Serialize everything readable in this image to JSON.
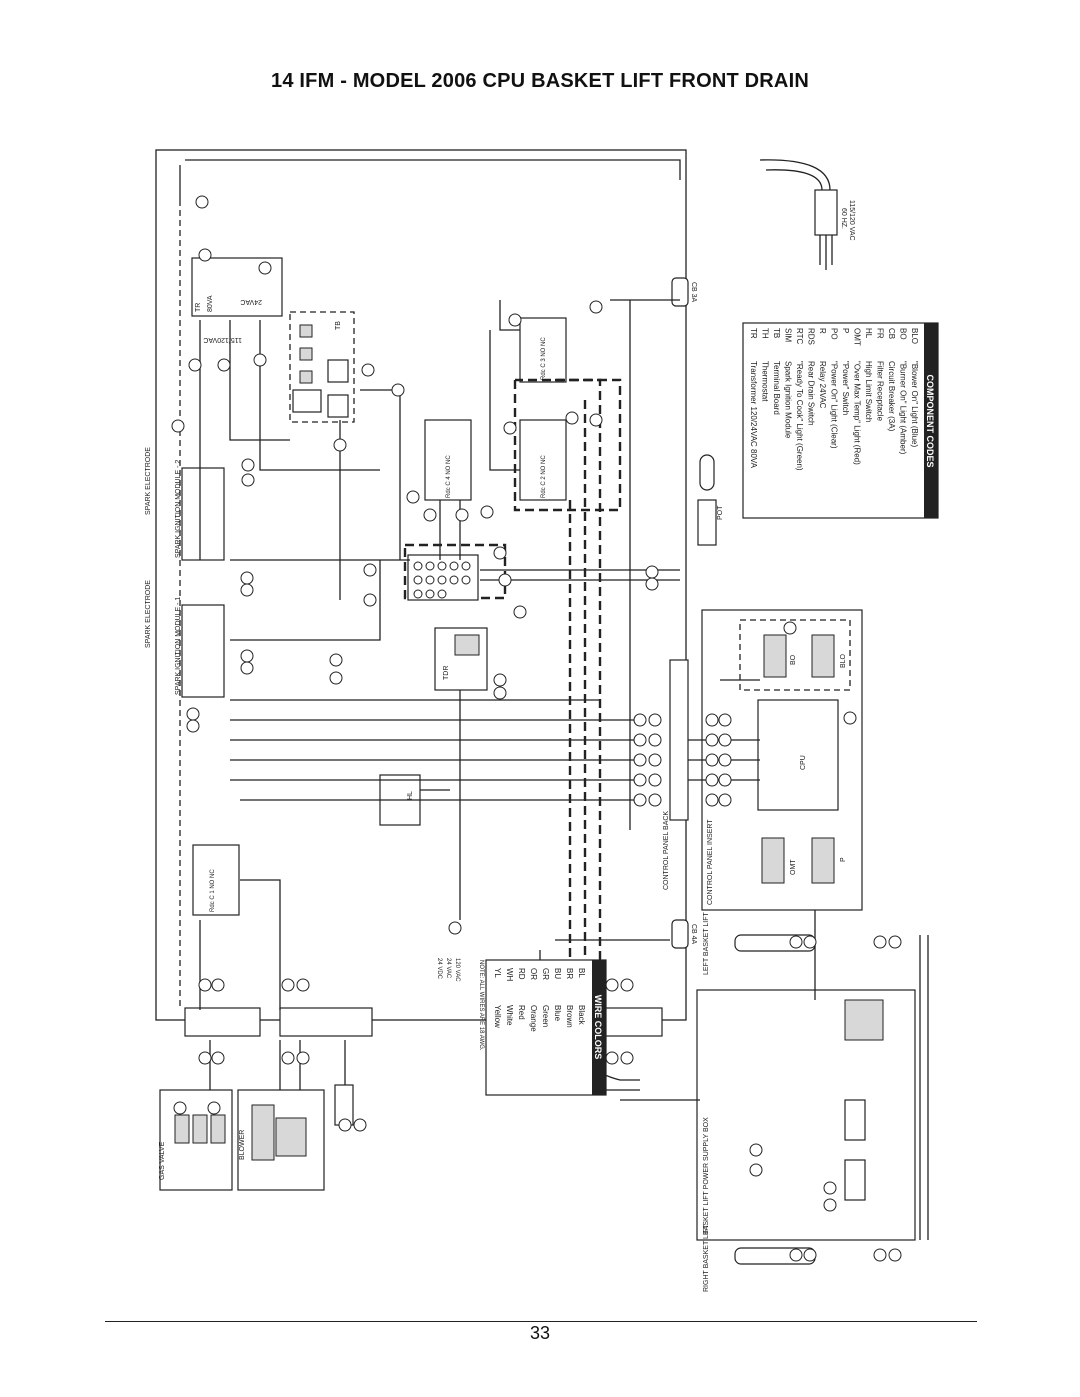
{
  "page": {
    "title": "14 IFM - MODEL 2006 CPU BASKET LIFT FRONT DRAIN",
    "page_number": "33"
  },
  "power": {
    "supply_label_1": "115/120 VAC",
    "supply_label_2": "60 HZ.",
    "breaker_top": "CB 3A",
    "breaker_bottom": "CB 4A"
  },
  "labels": {
    "spark_electrode_1": "SPARK ELECTRODE",
    "spark_electrode_2": "SPARK ELECTRODE",
    "module_1": "SPARK IGNITION MODULE - 1",
    "module_2": "SPARK IGNITION MODULE - 2",
    "transformer": "TR",
    "transformer_rating": "80VA",
    "transformer_primary": "115/120VAC",
    "transformer_secondary": "24VAC",
    "terminal_board": "TB",
    "pot": "POT",
    "tdr": "TDR",
    "hl": "HL",
    "control_panel_back": "CONTROL PANEL BACK",
    "control_panel_insert": "CONTROL PANEL INSERT",
    "cpu": "CPU",
    "bo": "BO",
    "blo": "BLO",
    "omt": "OMT",
    "p": "P",
    "left_basket_lift": "LEFT BASKET LIFT",
    "right_basket_lift": "RIGHT BASKET LIFT",
    "basket_lift_box": "BASKET LIFT POWER SUPPLY BOX",
    "gas_valve": "GAS VALVE",
    "blower": "BLOWER",
    "relay_rds_1": "Rdc C 3 NO NC",
    "relay_rds_2": "Rdc C 2 NO NC",
    "relay_rds_3": "Rdc C 4 NO NC",
    "relay_rds_4": "Rdc C 1 NO NC"
  },
  "component_codes": {
    "heading": "COMPONENT CODES",
    "items": [
      {
        "code": "BLO",
        "desc": "\"Blower On\" Light (Blue)"
      },
      {
        "code": "BO",
        "desc": "\"Burner On\" Light (Amber)"
      },
      {
        "code": "CB",
        "desc": "Circuit Breaker (3A)"
      },
      {
        "code": "FR",
        "desc": "Filter Receptacle"
      },
      {
        "code": "HL",
        "desc": "High Limit Switch"
      },
      {
        "code": "OMT",
        "desc": "\"Over Max Temp\" Light (Red)"
      },
      {
        "code": "P",
        "desc": "\"Power\" Switch"
      },
      {
        "code": "PO",
        "desc": "\"Power On\" Light (Clear)"
      },
      {
        "code": "R",
        "desc": "Relay 24VAC"
      },
      {
        "code": "RDS",
        "desc": "Rear Drain Switch"
      },
      {
        "code": "RTC",
        "desc": "\"Ready To Cook\" Light (Green)"
      },
      {
        "code": "SIM",
        "desc": "Spark Ignition Module"
      },
      {
        "code": "TB",
        "desc": "Terminal Board"
      },
      {
        "code": "TH",
        "desc": "Thermostat"
      },
      {
        "code": "TR",
        "desc": "Transformer 120/24VAC 80VA"
      }
    ]
  },
  "wire_colors": {
    "heading": "WIRE COLORS",
    "voltages": [
      "120 VAC",
      "24 VAC",
      "24 VDC"
    ],
    "items": [
      {
        "code": "BL",
        "name": "Black"
      },
      {
        "code": "BR",
        "name": "Brown"
      },
      {
        "code": "BU",
        "name": "Blue"
      },
      {
        "code": "GR",
        "name": "Green"
      },
      {
        "code": "OR",
        "name": "Orange"
      },
      {
        "code": "RD",
        "name": "Red"
      },
      {
        "code": "WH",
        "name": "White"
      },
      {
        "code": "YL",
        "name": "Yellow"
      }
    ],
    "note": "NOTE: ALL WIRES ARE 18 AWG."
  }
}
